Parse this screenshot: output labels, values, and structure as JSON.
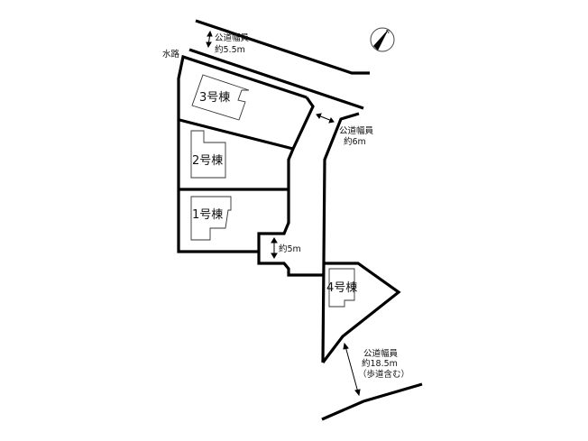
{
  "north_icon": "compass-north-arrow-icon",
  "labels": {
    "waterway": "水路",
    "road_top_line1": "公道幅員",
    "road_top_line2": "約5.5m",
    "road_right_line1": "公道幅員",
    "road_right_line2": "約6m",
    "passage_width": "約5m",
    "road_bottom_line1": "公道幅員",
    "road_bottom_line2": "約18.5m",
    "road_bottom_line3": "（歩道含む）"
  },
  "buildings": [
    "3号棟",
    "2号棟",
    "1号棟",
    "4号棟"
  ]
}
